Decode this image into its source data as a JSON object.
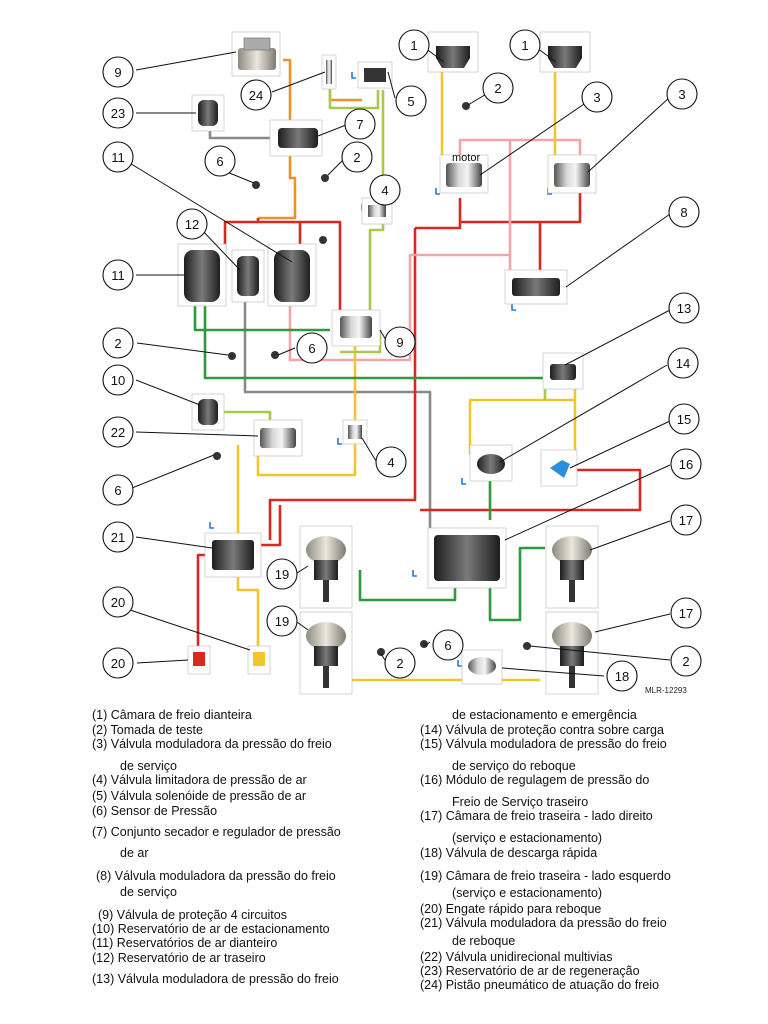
{
  "diagram": {
    "motor_label": "motor",
    "ref_code": "MLR-12293",
    "callouts": [
      "9",
      "24",
      "5",
      "1",
      "1",
      "2",
      "3",
      "3",
      "23",
      "7",
      "2",
      "11",
      "6",
      "4",
      "8",
      "12",
      "11",
      "9",
      "2",
      "6",
      "13",
      "10",
      "14",
      "22",
      "4",
      "15",
      "6",
      "16",
      "21",
      "17",
      "19",
      "20",
      "19",
      "6",
      "2",
      "17",
      "2",
      "20",
      "18"
    ]
  },
  "legend": {
    "left": [
      "(1)  Câmara de freio dianteira",
      "(2)  Tomada de teste",
      "(3)  Válvula moduladora da pressão do freio",
      "de serviço",
      "(4)  Válvula limitadora de pressão de ar",
      "(5)  Válvula solenóide de pressão de ar",
      "(6)  Sensor de Pressão",
      "(7)  Conjunto secador e regulador de pressão",
      "de ar",
      "(8)  Válvula moduladora da pressão do freio",
      "de serviço",
      "(9)  Válvula de proteção 4 circuitos",
      "(10)  Reservatório de ar de estacionamento",
      "(11)  Reservatórios de ar dianteiro",
      "(12)  Reservatório de ar traseiro",
      "(13)  Válvula moduladora de pressão do freio"
    ],
    "right": [
      "de estacionamento e emergência",
      "(14)  Válvula de proteção contra sobre carga",
      "(15)  Válvula moduladora de pressão do freio",
      "de serviço do reboque",
      "(16)  Módulo de regulagem de pressão do",
      "Freio de Serviço traseiro",
      "(17)  Câmara de freio traseira - lado direito",
      "(serviço e estacionamento)",
      "(18)  Válvula de descarga rápida",
      "(19)  Câmara de freio traseira - lado esquerdo",
      "(serviço e estacionamento)",
      "(20)  Engate rápido para reboque",
      "(21)  Válvula moduladora da pressão do freio",
      "de reboque",
      "(22)  Válvula unidirecional multivias",
      "(23)  Reservatório de ar de regeneração",
      "(24)  Pistão pneumático de atuação do freio"
    ]
  },
  "colors": {
    "red": "#d9281f",
    "orange": "#f0902a",
    "yellow": "#f2c52c",
    "green": "#2e9a3e",
    "lightgreen": "#a9c94b",
    "pink": "#f0a5a8",
    "gray": "#8a8a8a",
    "blue": "#1e7fd8"
  }
}
